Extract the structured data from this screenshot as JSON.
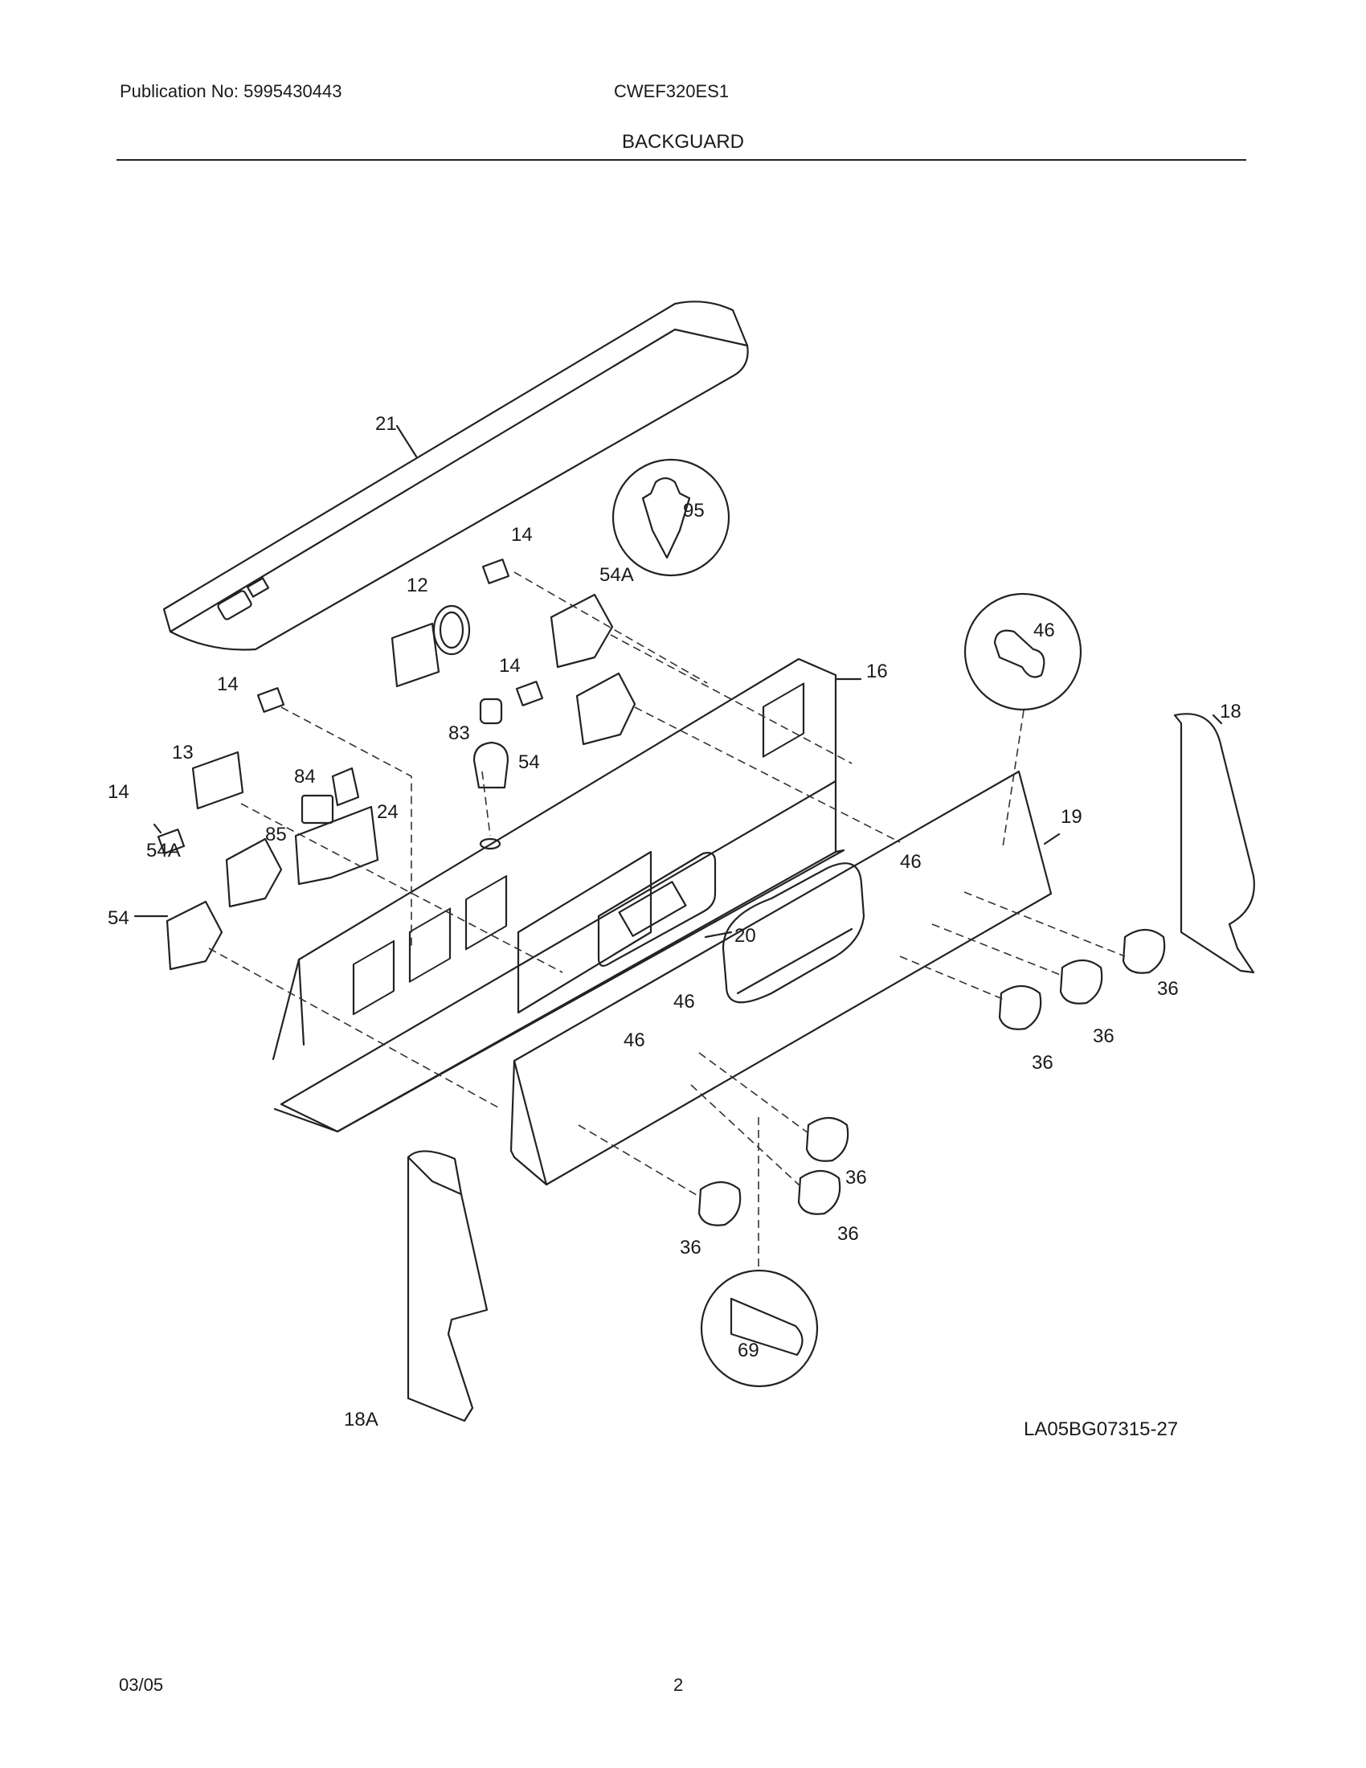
{
  "header": {
    "publication": "Publication No: 5995430443",
    "model": "CWEF320ES1",
    "section_title": "BACKGUARD"
  },
  "diagram": {
    "labels": [
      "21",
      "95",
      "14",
      "54A",
      "12",
      "46",
      "16",
      "18",
      "14",
      "14",
      "83",
      "54",
      "13",
      "84",
      "24",
      "19",
      "14",
      "54A",
      "85",
      "46",
      "54",
      "20",
      "46",
      "46",
      "36",
      "36",
      "36",
      "36",
      "36",
      "36",
      "18A",
      "69"
    ],
    "drawing_code": "LA05BG07315-27"
  },
  "footer": {
    "date": "03/05",
    "page": "2"
  }
}
